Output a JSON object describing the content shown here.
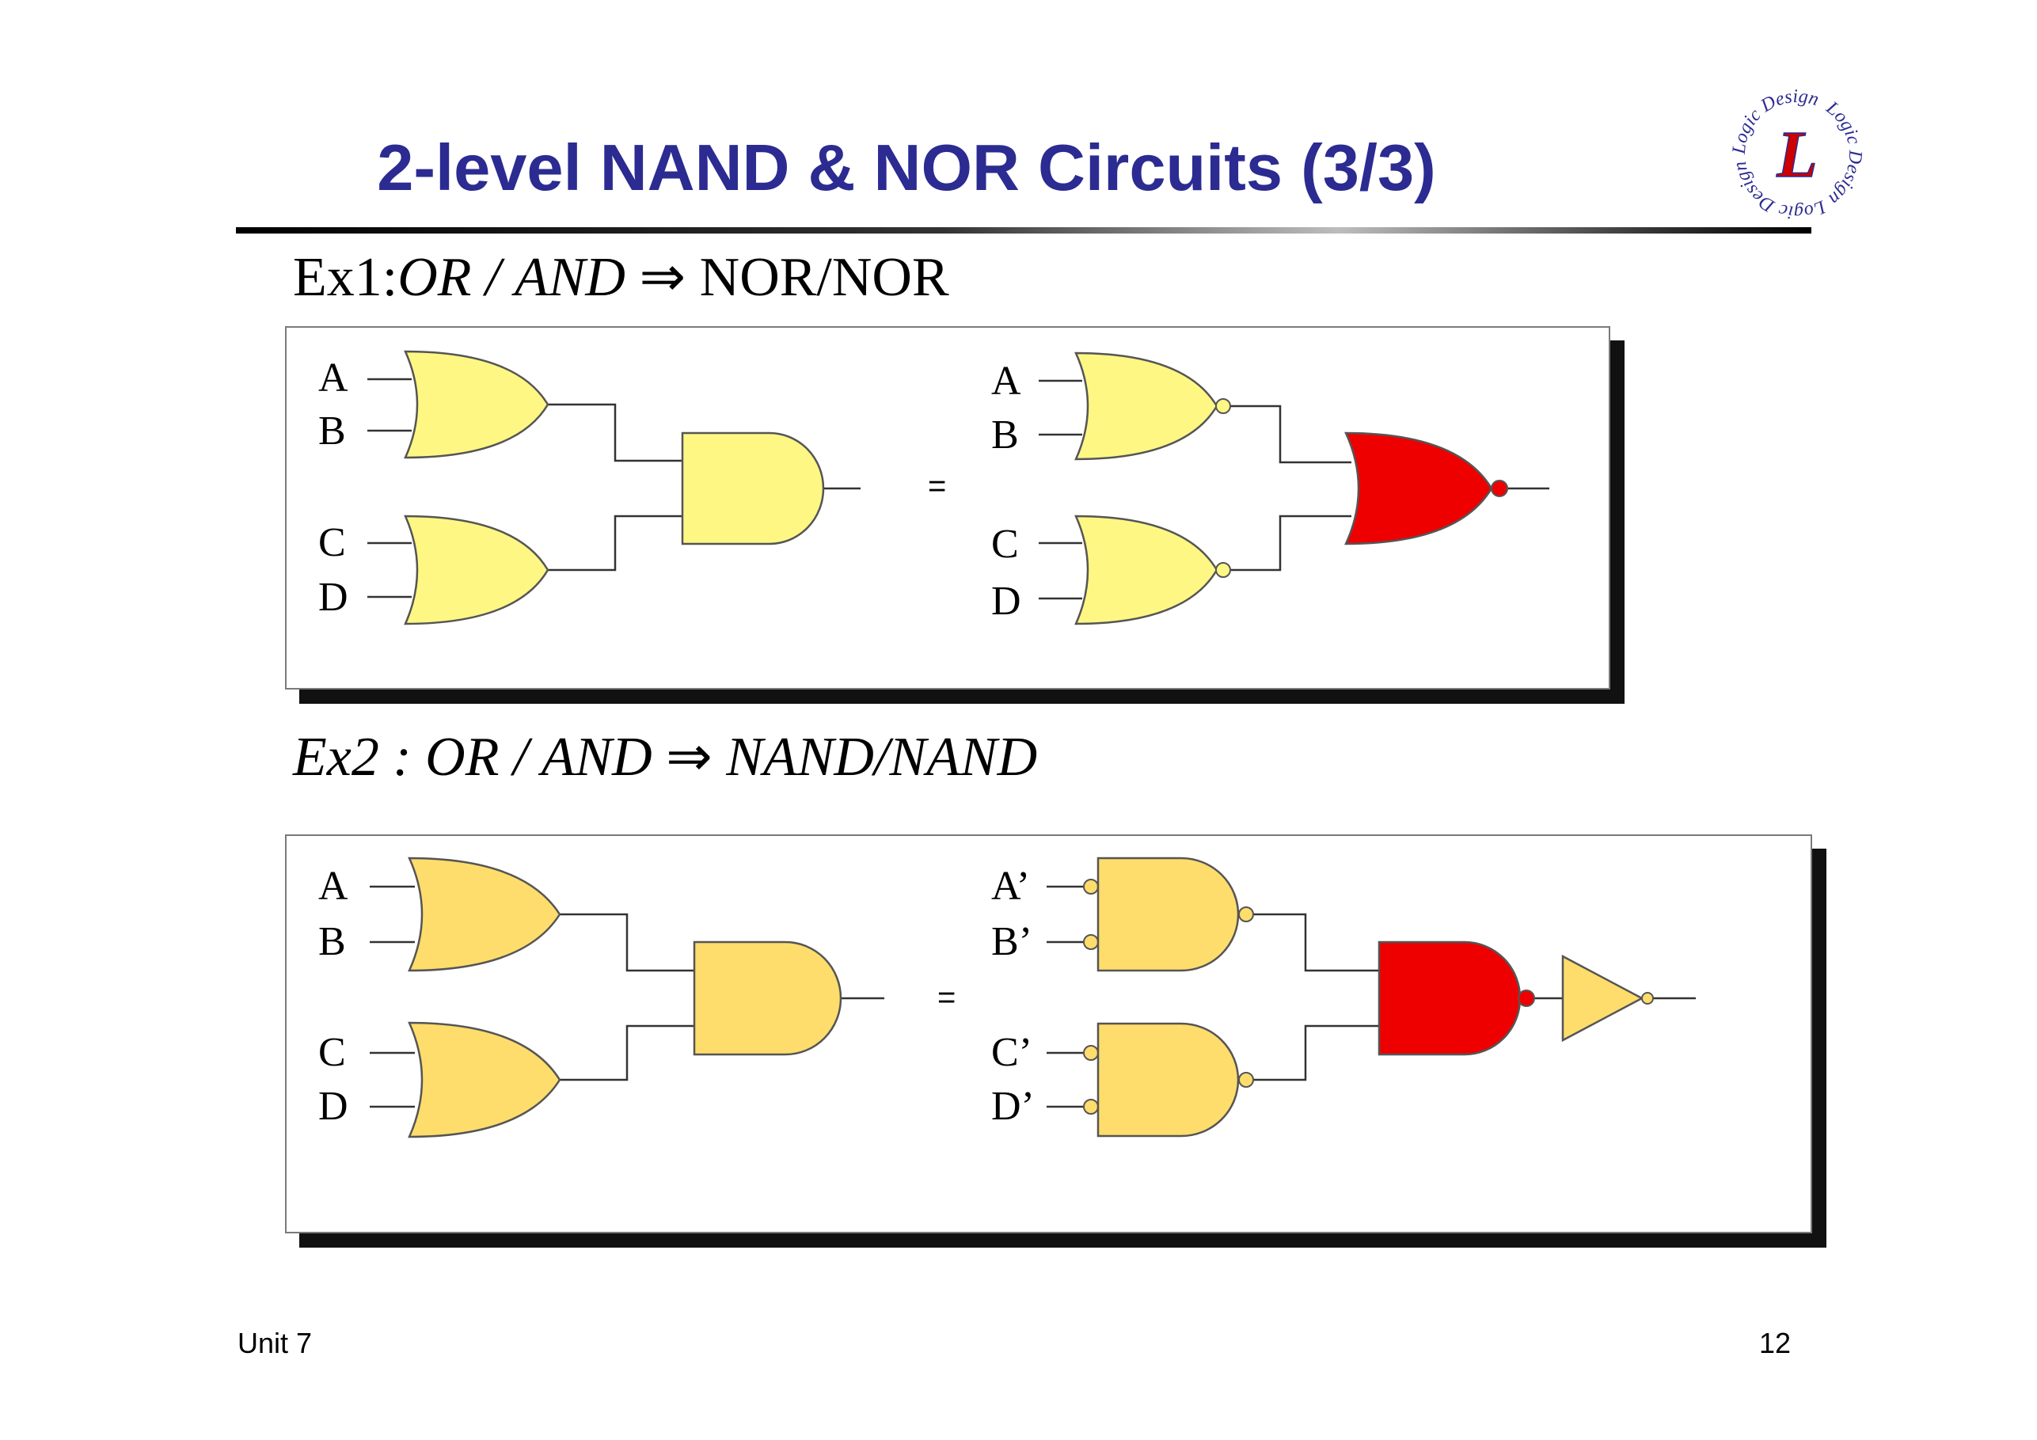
{
  "slide": {
    "title": "2-level NAND & NOR Circuits (3/3)",
    "logo_text": "Logic Design",
    "logo_letter": "L",
    "footer_left": "Unit 7",
    "footer_right": "12"
  },
  "colors": {
    "title": "#2b2b92",
    "gate_light_yellow": "#fef784",
    "gate_light_orange": "#fedd6c",
    "gate_red": "#ee0000",
    "logo": "#2b2b92",
    "logo_accent": "#cc0000"
  },
  "ex1": {
    "label_prefix": "Ex1",
    "colon": ":",
    "from": "OR",
    "slash": "/",
    "from2": "AND",
    "arrow": "⇒",
    "to": "NOR/NOR",
    "left_inputs": [
      "A",
      "B",
      "C",
      "D"
    ],
    "right_inputs": [
      "A",
      "B",
      "C",
      "D"
    ],
    "equals": "="
  },
  "ex2": {
    "label": "Ex2 : OR / AND",
    "arrow": "⇒",
    "to": "NAND/NAND",
    "left_inputs": [
      "A",
      "B",
      "C",
      "D"
    ],
    "right_inputs": [
      "A’",
      "B’",
      "C’",
      "D’"
    ],
    "equals": "="
  }
}
